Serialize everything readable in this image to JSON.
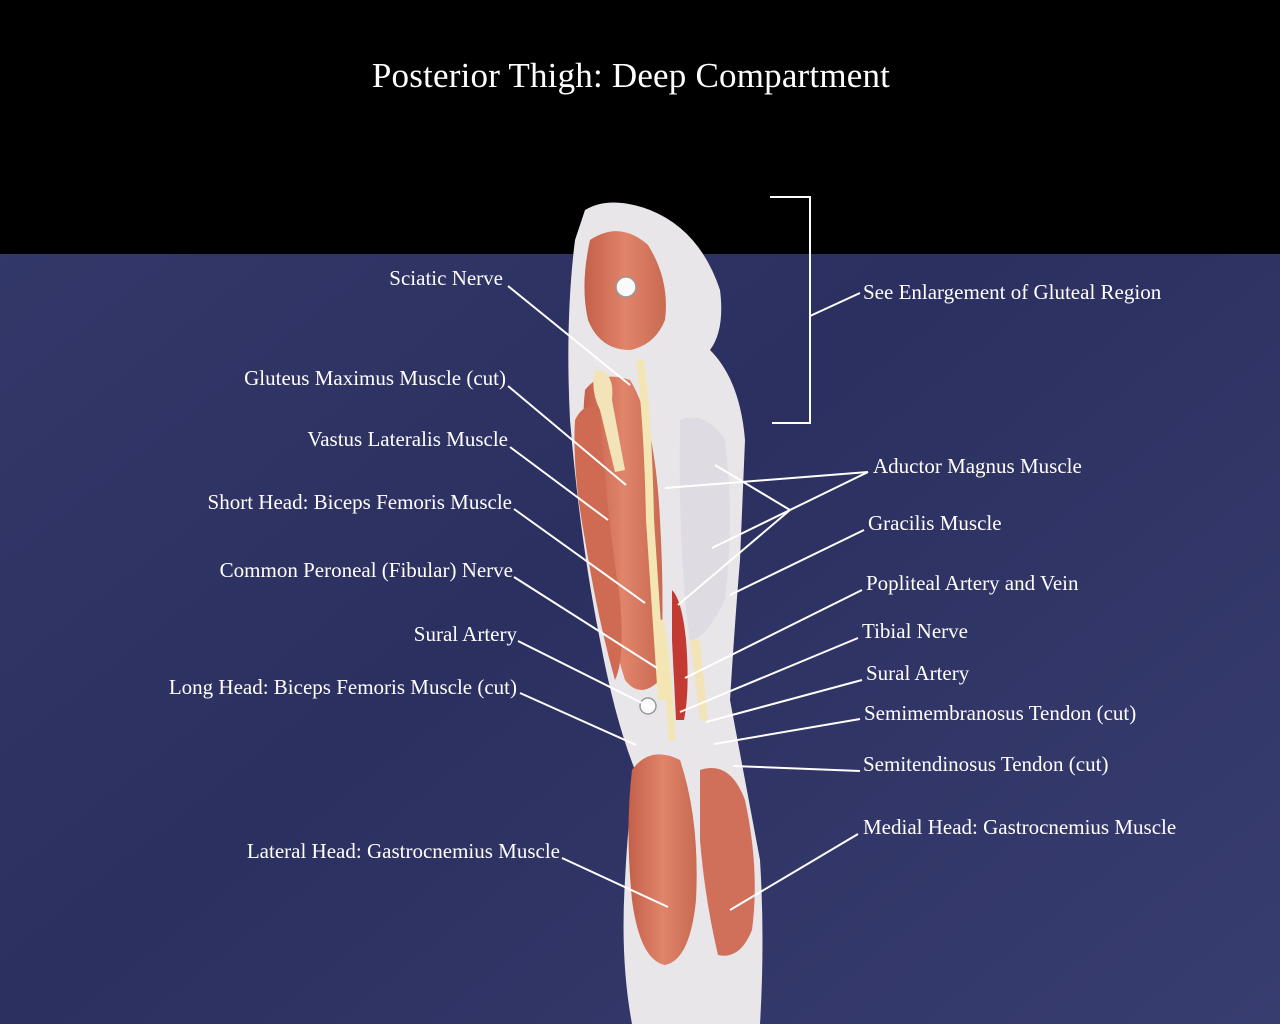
{
  "title": "Posterior Thigh: Deep Compartment",
  "colors": {
    "top_band": "#000000",
    "backdrop": "#2e3262",
    "muscle": "#d8785e",
    "nerve": "#f3e5b4",
    "leader_lines": "#ffffff",
    "text": "#ffffff"
  },
  "labels_left": [
    "Sciatic Nerve",
    "Gluteus Maximus Muscle (cut)",
    "Vastus Lateralis Muscle",
    "Short Head: Biceps Femoris Muscle",
    "Common Peroneal (Fibular) Nerve",
    "Sural Artery",
    "Long Head: Biceps Femoris Muscle (cut)",
    "Lateral Head: Gastrocnemius Muscle"
  ],
  "labels_right": [
    "See Enlargement of Gluteal Region",
    "Aductor Magnus Muscle",
    "Gracilis Muscle",
    "Popliteal Artery and Vein",
    "Tibial Nerve",
    "Sural Artery",
    "Semimembranosus Tendon (cut)",
    "Semitendinosus Tendon (cut)",
    "Medial Head: Gastrocnemius Muscle"
  ]
}
